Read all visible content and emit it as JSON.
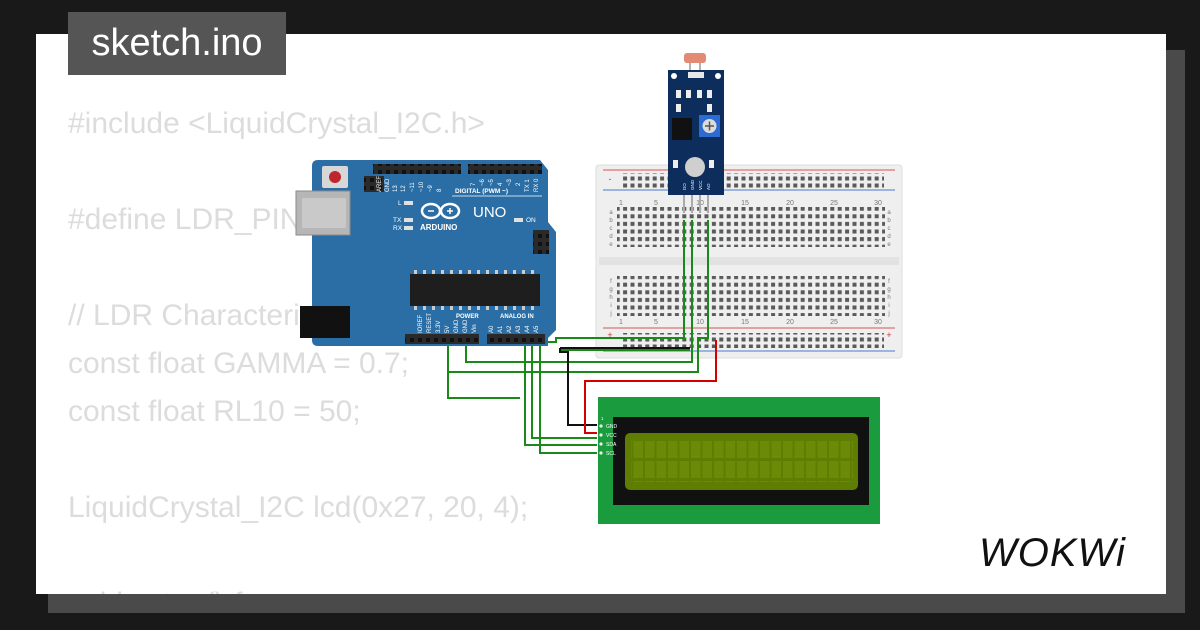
{
  "tab": {
    "filename": "sketch.ino"
  },
  "code_lines": [
    "#include <LiquidCrystal_I2C.h>",
    "",
    "#define LDR_PIN 2",
    "",
    "// LDR Characteristics",
    "const float GAMMA = 0.7;",
    "const float RL10 = 50;",
    "",
    "LiquidCrystal_I2C lcd(0x27, 20, 4);",
    "",
    "void setup() {"
  ],
  "arduino": {
    "header_labels": [
      "AREF",
      "GND",
      "13",
      "12",
      "~11",
      "~10",
      "~9",
      "8",
      "7",
      "~6",
      "~5",
      "4",
      "~3",
      "2",
      "TX 1",
      "RX 0"
    ],
    "digital_label": "DIGITAL (PWM ~)",
    "model": "UNO",
    "brand": "ARDUINO",
    "on_label": "ON",
    "l_label": "L",
    "tx_label": "TX",
    "rx_label": "RX",
    "power_label": "POWER",
    "analog_label": "ANALOG IN",
    "bottom_labels": [
      "IOREF",
      "RESET",
      "3.3V",
      "5V",
      "GND",
      "GND",
      "Vin",
      "A0",
      "A1",
      "A2",
      "A3",
      "A4",
      "A5"
    ]
  },
  "breadboard": {
    "col_numbers": [
      "1",
      "5",
      "10",
      "15",
      "20",
      "25",
      "30"
    ],
    "row_letters_top": [
      "a",
      "b",
      "c",
      "d",
      "e"
    ],
    "row_letters_bottom": [
      "f",
      "g",
      "h",
      "i",
      "j"
    ],
    "plus": "+",
    "minus": "-"
  },
  "lcd": {
    "pins": [
      "GND",
      "VCC",
      "SDA",
      "SCL"
    ]
  },
  "ldr_module": {
    "pins": [
      "DO",
      "GND",
      "VCC",
      "AO"
    ]
  },
  "colors": {
    "background": "#191919",
    "card": "#ffffff",
    "tab": "#555555",
    "code_text": "#dcdcdc",
    "arduino": "#2b6ea5",
    "lcd_board": "#199b3e",
    "lcd_screen": "#5f7d00",
    "ldr_board": "#0d2d5c",
    "wire_green": "#188a18",
    "wire_red": "#d40000",
    "wire_black": "#111111"
  },
  "brand_logo": "WOKWi"
}
